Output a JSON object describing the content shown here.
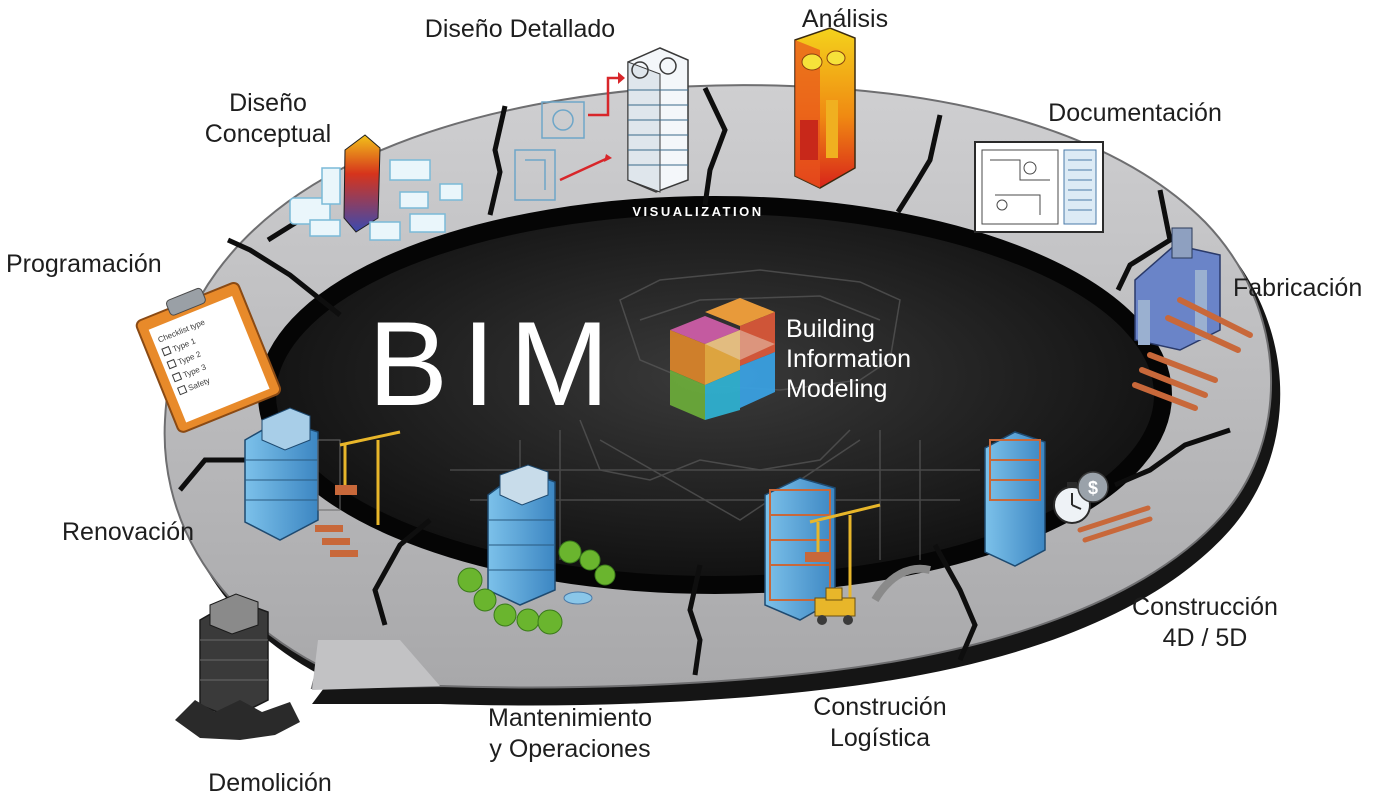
{
  "center": {
    "acronym": "BIM",
    "line1": "Building",
    "line2": "Information",
    "line3": "Modeling"
  },
  "ring_label": "VISUALIZATION",
  "stages": {
    "detailed_design": "Diseño Detallado",
    "analysis": "Análisis",
    "conceptual_design": "Diseño\nConceptual",
    "documentation": "Documentación",
    "programming": "Programación",
    "fabrication": "Fabricación",
    "renovation": "Renovación",
    "construction_4d5d": "Construcción\n4D / 5D",
    "maintenance_operations": "Mantenimiento\ny Operaciones",
    "construction_logistics": "Construción\nLogística",
    "demolition": "Demolición"
  },
  "checklist": [
    "Checklist type",
    "Type 1",
    "Type 2",
    "Type 3",
    "Safety"
  ],
  "colors": {
    "ring_face": "#b4b4b6",
    "ring_edge": "#141414",
    "center_dark": "#141414",
    "building_blue": "#5aa7d8",
    "heat_red": "#e0341c",
    "heat_yellow": "#f2c21a",
    "crane_yellow": "#e8b62a",
    "clipboard_orange": "#e88a2a",
    "beam_copper": "#c8683a",
    "tree_green": "#6ab52e"
  }
}
